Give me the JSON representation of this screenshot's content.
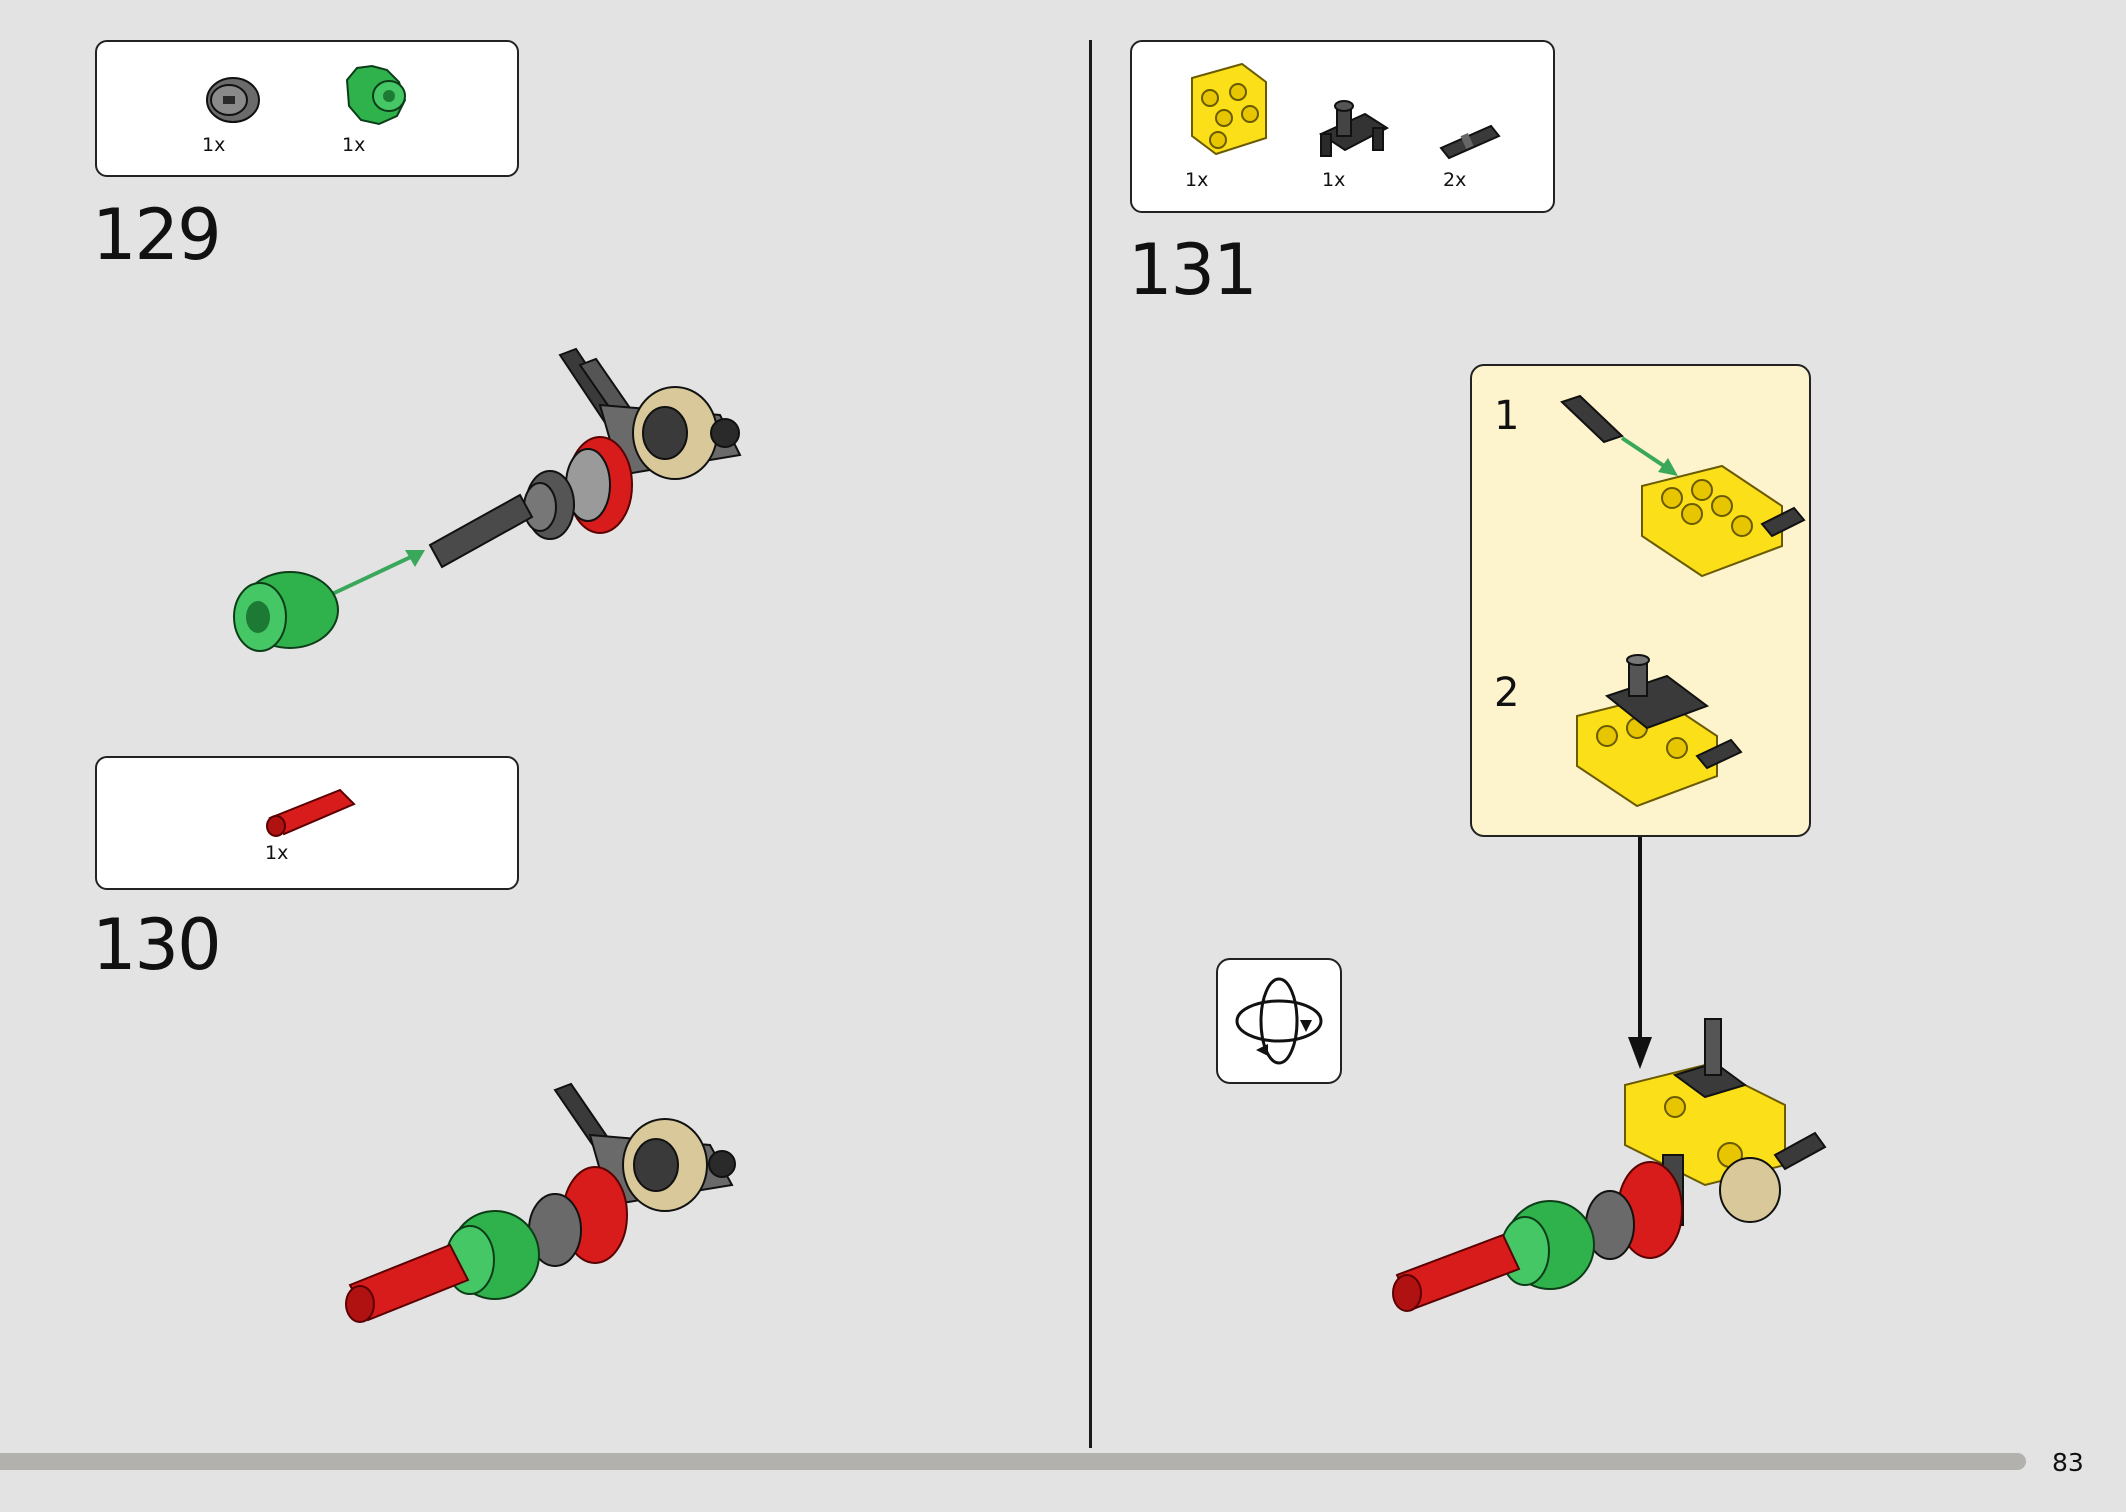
{
  "page_number": "83",
  "steps": [
    {
      "number": "129",
      "parts": [
        {
          "name": "gray-bushing",
          "qty": "1x"
        },
        {
          "name": "green-gear-bushing",
          "qty": "1x"
        }
      ]
    },
    {
      "number": "130",
      "parts": [
        {
          "name": "red-axle",
          "qty": "1x"
        }
      ]
    },
    {
      "number": "131",
      "parts": [
        {
          "name": "yellow-beam-frame",
          "qty": "1x"
        },
        {
          "name": "black-pin-connector",
          "qty": "1x"
        },
        {
          "name": "black-axle-pin",
          "qty": "2x"
        }
      ],
      "substeps": [
        {
          "number": "1"
        },
        {
          "number": "2"
        }
      ]
    }
  ],
  "colors": {
    "background": "#e3e3e3",
    "green": "#2fb24c",
    "red": "#d81b1b",
    "yellow": "#fbdf18",
    "tan": "#d9c89a",
    "dark": "#3a3a3a",
    "arrow_green": "#3aa85a",
    "callout": "#fdf3cc"
  },
  "icons": {
    "rotate": "rotate-model-icon"
  }
}
